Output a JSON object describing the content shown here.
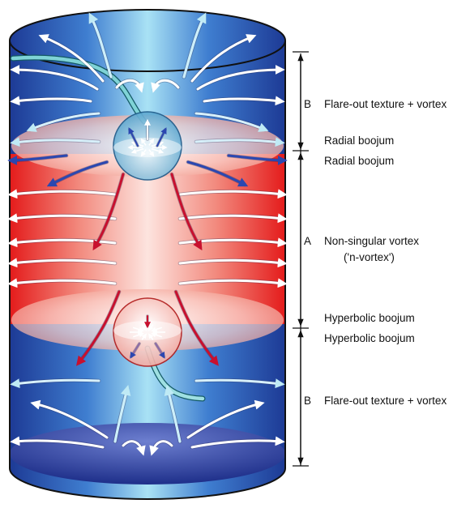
{
  "regions": [
    {
      "letter": "B",
      "text": "Flare-out texture + vortex"
    },
    {
      "letter": "A",
      "text": "Non-singular vortex",
      "subtext": "('n-vortex')"
    },
    {
      "letter": "B",
      "text": "Flare-out texture + vortex"
    }
  ],
  "boundaries": {
    "top_lower": "Radial boojum",
    "top_upper": "Radial boojum",
    "bottom_upper": "Hyperbolic boojum",
    "bottom_lower": "Hyperbolic boojum"
  },
  "colors": {
    "blue_dark": "#1e3f99",
    "blue_light": "#8fd8f2",
    "red_strong": "#e82020",
    "red_light": "#fbd6d0",
    "arrow_white": "#ffffff",
    "arrow_red": "#c8102e",
    "arrow_blue": "#2b47b0",
    "vortex_cyan": "#7fd3d6"
  },
  "icons": [
    "vortex-line",
    "boojum-sphere",
    "flow-arrow",
    "dimension-bracket"
  ]
}
